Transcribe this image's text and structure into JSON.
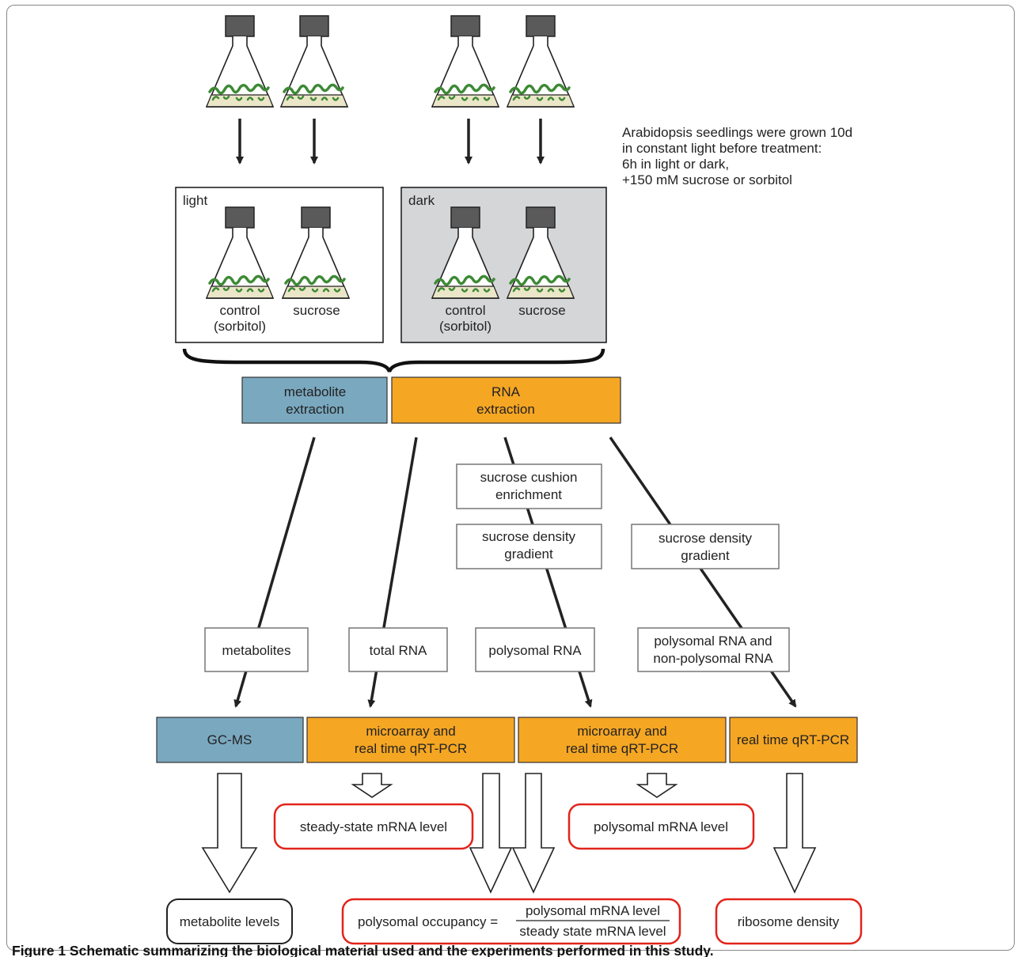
{
  "note": {
    "line1": "Arabidopsis seedlings were grown 10d",
    "line2": "in constant light before treatment:",
    "line3": "6h in light or dark,",
    "line4": "+150 mM sucrose or sorbitol"
  },
  "panels": {
    "light": {
      "title": "light",
      "control_line1": "control",
      "control_line2": "(sorbitol)",
      "sucrose": "sucrose"
    },
    "dark": {
      "title": "dark",
      "control_line1": "control",
      "control_line2": "(sorbitol)",
      "sucrose": "sucrose"
    }
  },
  "extraction": {
    "metabolite_line1": "metabolite",
    "metabolite_line2": "extraction",
    "rna_line1": "RNA",
    "rna_line2": "extraction"
  },
  "steps": {
    "cushion_line1": "sucrose cushion",
    "cushion_line2": "enrichment",
    "gradient_a_line1": "sucrose density",
    "gradient_a_line2": "gradient",
    "gradient_b_line1": "sucrose density",
    "gradient_b_line2": "gradient"
  },
  "materials": {
    "metabolites": "metabolites",
    "total_rna": "total RNA",
    "polysomal_rna": "polysomal RNA",
    "polysomal_nonpoly_line1": "polysomal RNA and",
    "polysomal_nonpoly_line2": "non-polysomal RNA"
  },
  "methods": {
    "gcms": "GC-MS",
    "micro1_line1": "microarray and",
    "micro1_line2": "real time qRT-PCR",
    "micro2_line1": "microarray and",
    "micro2_line2": "real time qRT-PCR",
    "qrtpcr": "real time qRT-PCR"
  },
  "results": {
    "steady_state": "steady-state mRNA level",
    "polysomal_level": "polysomal mRNA level",
    "metabolite_levels": "metabolite levels",
    "occupancy_label": "polysomal occupancy =",
    "occupancy_numerator": "polysomal mRNA level",
    "occupancy_denominator": "steady state mRNA level",
    "ribosome_density": "ribosome density"
  },
  "caption": {
    "bold": "Figure 1 Schematic summarizing the biological material used and the experiments performed in this study."
  },
  "colors": {
    "metabolite_blue": "#7aa8bf",
    "rna_orange": "#f5a623",
    "result_red": "#e2231a",
    "dark_panel_gray": "#d4d6d8",
    "seedling_green": "#3d8a35",
    "medium_beige": "#ebe6c8",
    "flask_cap": "#5a5a5a"
  }
}
